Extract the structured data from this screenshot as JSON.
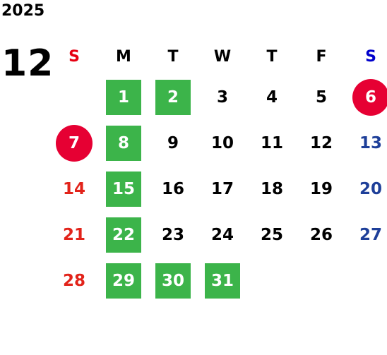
{
  "year": "2025",
  "month": "12",
  "weekdays": [
    "S",
    "M",
    "T",
    "W",
    "T",
    "F",
    "S"
  ],
  "weeks": [
    [
      {
        "day": "",
        "mark": ""
      },
      {
        "day": "1",
        "mark": "green"
      },
      {
        "day": "2",
        "mark": "green"
      },
      {
        "day": "3",
        "mark": ""
      },
      {
        "day": "4",
        "mark": ""
      },
      {
        "day": "5",
        "mark": ""
      },
      {
        "day": "6",
        "mark": "red"
      }
    ],
    [
      {
        "day": "7",
        "mark": "red"
      },
      {
        "day": "8",
        "mark": "green"
      },
      {
        "day": "9",
        "mark": ""
      },
      {
        "day": "10",
        "mark": ""
      },
      {
        "day": "11",
        "mark": ""
      },
      {
        "day": "12",
        "mark": ""
      },
      {
        "day": "13",
        "mark": ""
      }
    ],
    [
      {
        "day": "14",
        "mark": ""
      },
      {
        "day": "15",
        "mark": "green"
      },
      {
        "day": "16",
        "mark": ""
      },
      {
        "day": "17",
        "mark": ""
      },
      {
        "day": "18",
        "mark": ""
      },
      {
        "day": "19",
        "mark": ""
      },
      {
        "day": "20",
        "mark": ""
      }
    ],
    [
      {
        "day": "21",
        "mark": ""
      },
      {
        "day": "22",
        "mark": "green"
      },
      {
        "day": "23",
        "mark": ""
      },
      {
        "day": "24",
        "mark": ""
      },
      {
        "day": "25",
        "mark": ""
      },
      {
        "day": "26",
        "mark": ""
      },
      {
        "day": "27",
        "mark": ""
      }
    ],
    [
      {
        "day": "28",
        "mark": ""
      },
      {
        "day": "29",
        "mark": "green"
      },
      {
        "day": "30",
        "mark": "green"
      },
      {
        "day": "31",
        "mark": "green"
      },
      {
        "day": "",
        "mark": ""
      },
      {
        "day": "",
        "mark": ""
      },
      {
        "day": "",
        "mark": ""
      }
    ]
  ],
  "colors": {
    "sunday": "#e2231a",
    "saturday": "#1e3f99",
    "highlight_green": "#3cb44a",
    "highlight_red": "#e60033"
  }
}
